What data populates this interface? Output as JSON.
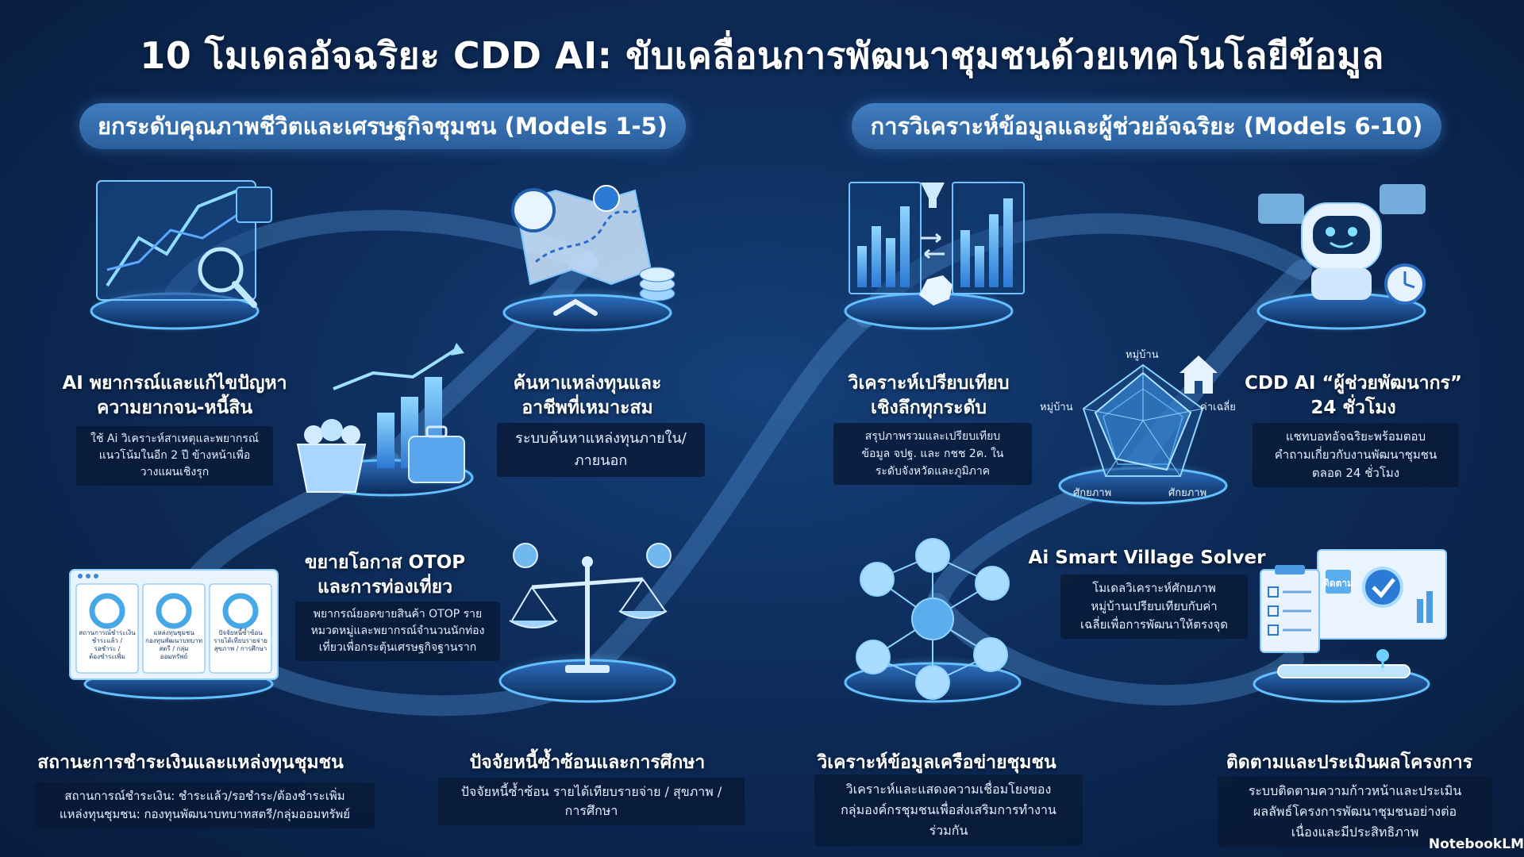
{
  "title": "10 โมเดลอัจฉริยะ CDD AI: ขับเคลื่อนการพัฒนาชุมชนด้วยเทคโนโลยีข้อมูล",
  "sections": {
    "left": "ยกระดับคุณภาพชีวิตและเศรษฐกิจชุมชน (Models 1-5)",
    "right": "การวิเคราะห์ข้อมูลและผู้ช่วยอัจฉริยะ (Models 6-10)"
  },
  "models": [
    {
      "title": "AI พยากรณ์และแก้ไขปัญหา\nความยากจน-หนี้สิน",
      "desc": "ใช้ Ai วิเคราะห์สาเหตุและพยากรณ์\nแนวโน้มในอีก 2 ปี ข้างหน้าเพื่อ\nวางแผนเชิงรุก",
      "icon": "chart-magnifier-icon"
    },
    {
      "title": "ค้นหาแหล่งทุนและ\nอาชีพที่เหมาะสม",
      "desc": "ระบบค้นหาแหล่งทุนภายใน/\nภายนอก",
      "icon": "map-coins-icon"
    },
    {
      "title": "ขยายโอกาส OTOP\nและการท่องเที่ยว",
      "desc": "พยากรณ์ยอดขายสินค้า OTOP ราย\nหมวดหมู่และพยากรณ์จำนวนนักท่อง\nเที่ยวเพื่อกระตุ้นเศรษฐกิจฐานราก",
      "icon": "basket-suitcase-icon"
    },
    {
      "title": "สถานะการชำระเงินและแหล่งทุนชุมชน",
      "desc": "สถานการณ์ชำระเงิน: ชำระแล้ว/รอชำระ/ต้องชำระเพิ่ม\nแหล่งทุนชุมชน: กองทุนพัฒนาบทบาทสตรี/กลุ่มออมทรัพย์",
      "icon": "dashboard-icon"
    },
    {
      "title": "ปัจจัยหนี้ซ้ำซ้อนและการศึกษา",
      "desc": "ปัจจัยหนี้ซ้ำซ้อน รายได้เทียบรายจ่าย / สุขภาพ /\nการศึกษา",
      "icon": "scales-icon"
    },
    {
      "title": "วิเคราะห์เปรียบเทียบ\nเชิงลึกทุกระดับ",
      "desc": "สรุปภาพรวมและเปรียบเทียบ\nข้อมูล จปฐ. และ กชช 2ค. ใน\nระดับจังหวัดและภูมิภาค",
      "icon": "bar-filter-icon"
    },
    {
      "title": "CDD AI “ผู้ช่วยพัฒนากร”\n24 ชั่วโมง",
      "desc": "แชทบอทอัจฉริยะพร้อมตอบ\nคำถามเกี่ยวกับงานพัฒนาชุมชน\nตลอด 24 ชั่วโมง",
      "icon": "robot-icon"
    },
    {
      "title": "Ai Smart Village Solver",
      "desc": "โมเดลวิเคราะห์ศักยภาพ\nหมู่บ้านเปรียบเทียบกับค่า\nเฉลี่ยเพื่อการพัฒนาให้ตรงจุด",
      "icon": "radar-house-icon"
    },
    {
      "title": "วิเคราะห์ข้อมูลเครือข่ายชุมชน",
      "desc": "วิเคราะห์และแสดงความเชื่อมโยงของ\nกลุ่มองค์กรชุมชนเพื่อส่งเสริมการทำงาน\nร่วมกัน",
      "icon": "network-icon"
    },
    {
      "title": "ติดตามและประเมินผลโครงการ",
      "desc": "ระบบติดตามความก้าวหน้าและประเมิน\nผลลัพธ์โครงการพัฒนาชุมชนอย่างต่อ\nเนื่องและมีประสิทธิภาพ",
      "icon": "clipboard-timeline-icon"
    }
  ],
  "dashboard_cards": [
    "สถานการณ์ชำระเงิน\nชำระแล้ว /\nรอชำระ /\nต้องชำระเพิ่ม",
    "แหล่งทุนชุมชน\nกองทุนพัฒนาบทบาท\nสตรี / กลุ่ม\nออมทรัพย์",
    "ปัจจัยหนี้ซ้ำซ้อน\nรายได้เทียบรายจ่าย\nสุขภาพ / การศึกษา"
  ],
  "radar_labels": [
    "หมู่บ้าน",
    "ค่าเฉลี่ย",
    "ศักยภาพ",
    "ศักยภาพ",
    "หมู่บ้าน"
  ],
  "tracker_badge": "ติดตาม",
  "brand": "NotebookLM",
  "colors": {
    "accent": "#5fc3ff",
    "pill": "#3a74b6",
    "glow": "#4aa8ff",
    "background": "#0d2c5a"
  }
}
